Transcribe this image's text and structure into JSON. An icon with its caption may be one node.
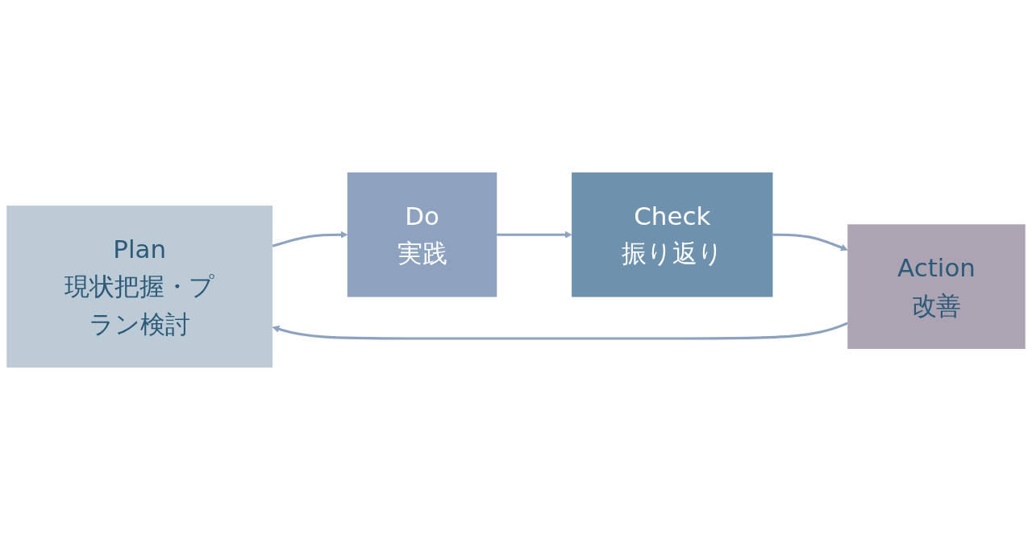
{
  "diagram": {
    "nodes": [
      {
        "text": [
          "Plan",
          "現状把握・プラン検討"
        ]
      },
      {
        "text": [
          "Do",
          "実践"
        ]
      },
      {
        "text": [
          "Check",
          "振り返り"
        ]
      },
      {
        "text": [
          "Action",
          "改善"
        ]
      }
    ],
    "edges": [
      {
        "from": 0,
        "to": 1,
        "arrow": "to"
      },
      {
        "from": 1,
        "to": 2,
        "arrow": "to"
      },
      {
        "from": 2,
        "to": 3,
        "arrow": "to"
      },
      {
        "from": 3,
        "to": 0,
        "arrow": "to"
      }
    ]
  }
}
